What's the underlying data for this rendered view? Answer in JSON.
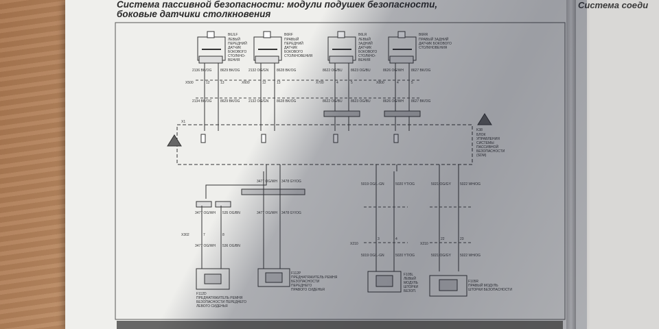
{
  "page": {
    "title_line1": "Система пассивной безопасности: модули подушек безопасности,",
    "title_line2": "боковые датчики столкновения",
    "right_page_title": "Система соеди"
  },
  "sensors": [
    {
      "id": "B6JLF",
      "desc": [
        "ЛЕВЫЙ",
        "ПЕРЕДНИЙ",
        "ДАТЧИК",
        "БОКОВОГО",
        "СТОЛКНО-",
        "ВЕНИЯ"
      ],
      "wires_top": [
        "2136 BK/OG",
        "8629 BK/OG"
      ],
      "connector": "X500",
      "pins": [
        "12",
        "13"
      ],
      "wires_bottom": [
        "2134 BK/OG",
        "8629 BK/OG"
      ]
    },
    {
      "id": "B6RF",
      "desc": [
        "ПРАВЫЙ",
        "ПЕРЕДНИЙ",
        "ДАТЧИК",
        "БОКОВОГО",
        "СТОЛКНОВЕНИЯ"
      ],
      "wires_top": [
        "2132 OG/GN",
        "8628 BK/OG"
      ],
      "connector": "X600",
      "pins": [
        "12",
        "13"
      ],
      "wires_bottom": [
        "2132 OG/GN",
        "8628 BK/OG"
      ]
    },
    {
      "id": "B6LR",
      "desc": [
        "ЛЕВЫЙ",
        "ЗАДНИЙ",
        "ДАТЧИК",
        "БОКОВОГО",
        "СТОЛКНО-",
        "ВЕНИЯ"
      ],
      "wires_top": [
        "8622 OG/BU",
        "8623 OG/BU"
      ],
      "connector": "X700",
      "pins": [
        "4",
        "5"
      ],
      "wires_bottom": [
        "8622 OG/BU",
        "8623 OG/BU"
      ]
    },
    {
      "id": "B6RR",
      "desc": [
        "ПРАВЫЙ ЗАДНИЙ",
        "ДАТЧИК БОКОВОГО",
        "СТОЛКНОВЕНИЯ"
      ],
      "wires_top": [
        "8626 OG/WH",
        "8627 BK/OG"
      ],
      "connector": "X800",
      "pins": [
        "4",
        "5"
      ],
      "wires_bottom": [
        "8626 OG/WH",
        "8627 BK/OG"
      ]
    }
  ],
  "module": {
    "id": "K38",
    "desc": [
      "БЛОК",
      "УПРАВЛЕНИЯ",
      "СИСТЕМЫ",
      "ПАССИВНОЙ",
      "БЕЗОПАСНОСТИ",
      "(SDM)"
    ],
    "ground_label": "X1"
  },
  "actuators": [
    {
      "id": "F112D",
      "desc": [
        "ПРЕДНАТЯЖИТЕЛЬ РЕМНЯ",
        "БЕЗОПАСНОСТИ ПЕРЕДНЕГО",
        "ЛЕВОГО СИДЕНЬЯ"
      ],
      "wires_top": [
        "3477 OG/WH",
        "535 OG/BN"
      ],
      "connector": "X302",
      "pins": [
        "7",
        "8"
      ],
      "wires_bottom": [
        "3477 OG/WH",
        "536 OG/BN"
      ]
    },
    {
      "id": "F112P",
      "desc": [
        "ПРЕДНАТЯЖИТЕЛЬ РЕМНЯ",
        "БЕЗОПАСНОСТИ",
        "ПЕРЕДНЕГО",
        "ПРАВОГО СИДЕНЬЯ"
      ],
      "wires_top": [
        "3477 OG/WH",
        "3478 GY/OG"
      ],
      "connector": "",
      "pins": [],
      "wires_bottom": [
        "3477 OG/WH",
        "3478 GY/OG"
      ]
    },
    {
      "id": "F105L",
      "desc": [
        "ЛЕВЫЙ",
        "МОДУЛЬ",
        "ШТОРКИ",
        "БЕЗОП."
      ],
      "wires_top": [
        "5019 OG/L-GN",
        "5020 YT/OG"
      ],
      "connector": "X210",
      "pins": [
        "3",
        "4"
      ],
      "wires_bottom": [
        "5019 OG/L-GN",
        "5020 YT/OG"
      ]
    },
    {
      "id": "F105R",
      "desc": [
        "ПРАВЫЙ МОДУЛЬ",
        "ШТОРКИ БЕЗОПАСНОСТИ"
      ],
      "wires_top": [
        "5021 OG/GY",
        "5022 WH/OG"
      ],
      "connector": "X210",
      "pins": [
        "22",
        "23"
      ],
      "wires_bottom": [
        "5021 OG/GY",
        "5022 WH/OG"
      ]
    }
  ]
}
